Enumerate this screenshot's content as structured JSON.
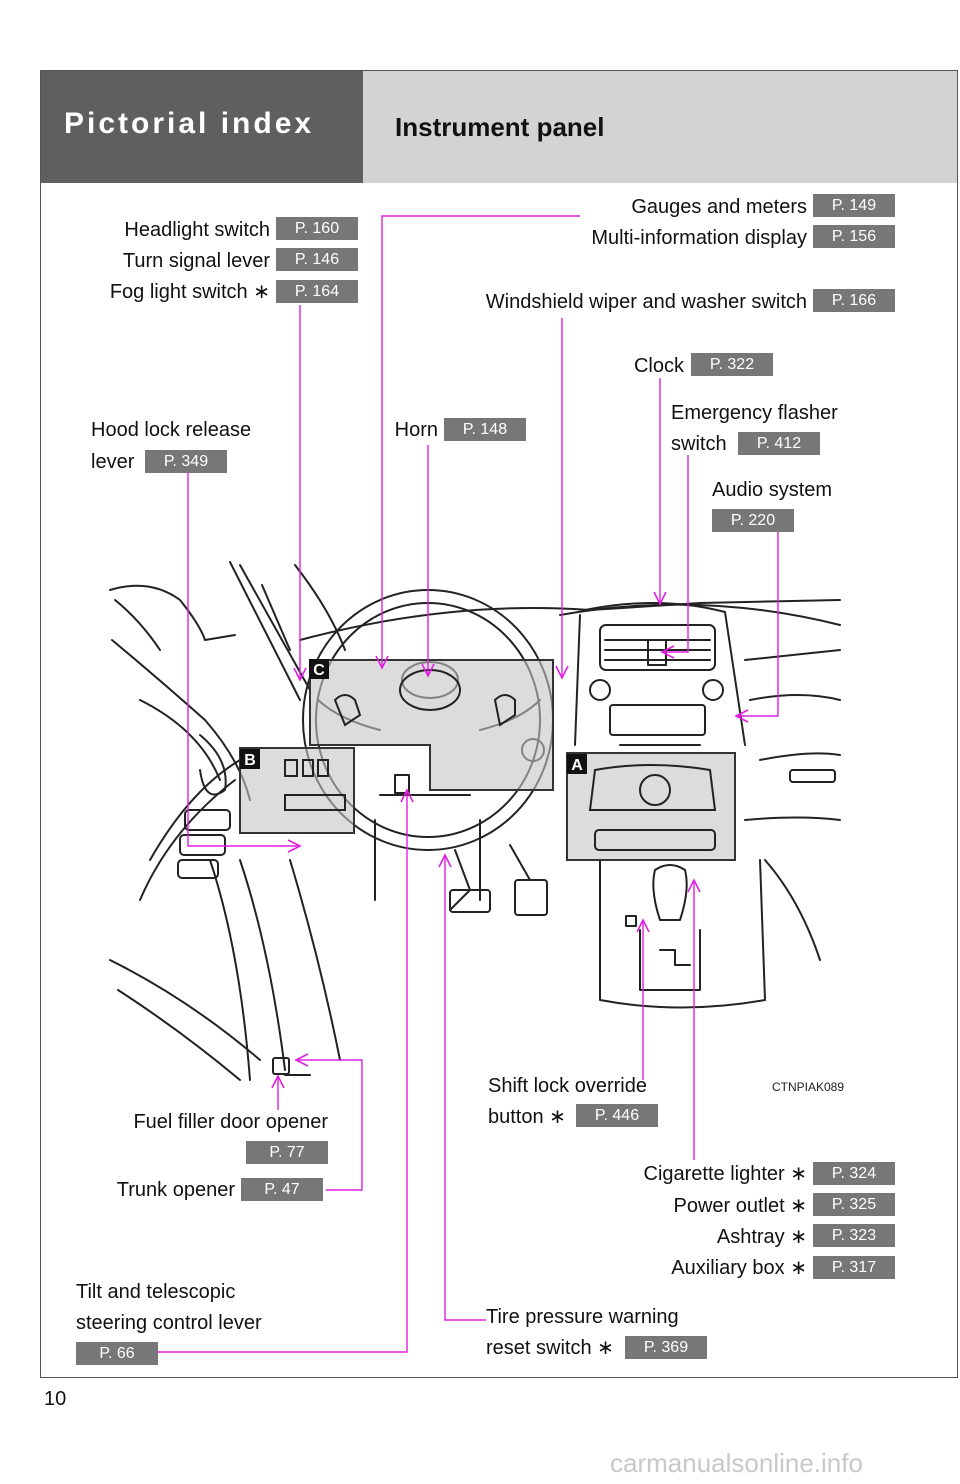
{
  "header": {
    "section": "Pictorial index",
    "title": "Instrument panel"
  },
  "page_number": "10",
  "image_code": "CTNPIAK089",
  "watermark": "carmanualsonline.info",
  "callouts": {
    "gauges": {
      "text": "Gauges and meters",
      "page": "P. 149"
    },
    "multi_info": {
      "text": "Multi-information display",
      "page": "P. 156"
    },
    "wiper": {
      "text": "Windshield wiper and washer switch",
      "page": "P. 166"
    },
    "headlight": {
      "text": "Headlight switch",
      "page": "P. 160"
    },
    "turn_signal": {
      "text": "Turn signal lever",
      "page": "P. 146"
    },
    "fog_light": {
      "text": "Fog light switch ∗",
      "page": "P. 164"
    },
    "clock": {
      "text": "Clock",
      "page": "P. 322"
    },
    "emergency_1": "Emergency flasher",
    "emergency_2": "switch",
    "emergency_page": "P. 412",
    "audio": {
      "text": "Audio system",
      "page": "P. 220"
    },
    "hood_1": "Hood lock release",
    "hood_2": "lever",
    "hood_page": "P. 349",
    "horn": {
      "text": "Horn",
      "page": "P. 148"
    },
    "shift_1": "Shift lock override",
    "shift_2": "button ∗",
    "shift_page": "P. 446",
    "fuel": {
      "text": "Fuel filler door opener",
      "page": "P. 77"
    },
    "trunk": {
      "text": "Trunk opener",
      "page": "P. 47"
    },
    "cigarette": {
      "text": "Cigarette lighter ∗",
      "page": "P. 324"
    },
    "power_outlet": {
      "text": "Power outlet ∗",
      "page": "P. 325"
    },
    "ashtray": {
      "text": "Ashtray ∗",
      "page": "P. 323"
    },
    "aux_box": {
      "text": "Auxiliary box ∗",
      "page": "P. 317"
    },
    "tilt_1": "Tilt and telescopic",
    "tilt_2": "steering control lever",
    "tilt_page": "P. 66",
    "tire_1": "Tire pressure warning",
    "tire_2": "reset switch ∗",
    "tire_page": "P. 369"
  },
  "area_labels": {
    "a": "A",
    "b": "B",
    "c": "C"
  },
  "colors": {
    "leader": "#e020e0",
    "header_dark": "#5f5f5f",
    "header_light": "#d3d3d3",
    "pill": "#777777"
  }
}
